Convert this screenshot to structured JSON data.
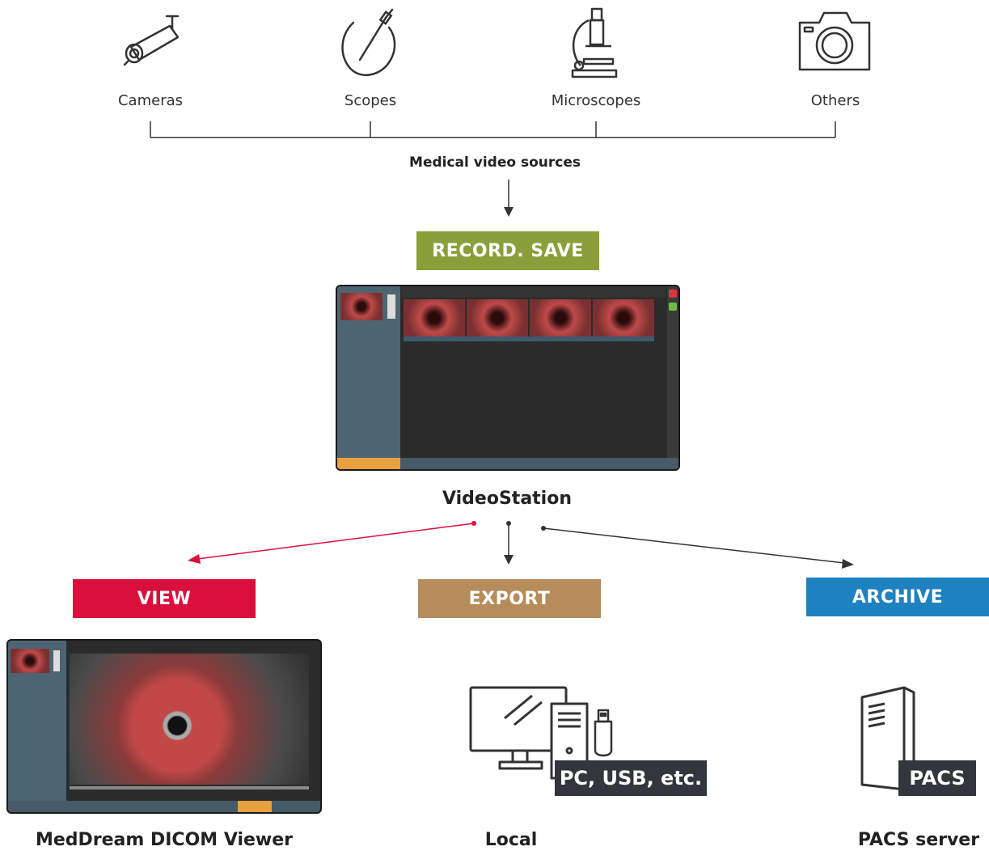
{
  "sources": {
    "items": [
      {
        "label": "Cameras",
        "icon": "security-camera-icon"
      },
      {
        "label": "Scopes",
        "icon": "endoscope-icon"
      },
      {
        "label": "Microscopes",
        "icon": "microscope-icon"
      },
      {
        "label": "Others",
        "icon": "photo-camera-icon"
      }
    ],
    "group_label": "Medical video sources"
  },
  "record_banner": {
    "label": "RECORD. SAVE",
    "color": "#8a9f3a"
  },
  "videostation": {
    "label": "VideoStation",
    "accent": "#e8a040"
  },
  "outputs": {
    "view": {
      "label": "VIEW",
      "color": "#d90f3c",
      "caption": "MedDream DICOM Viewer"
    },
    "export": {
      "label": "EXPORT",
      "color": "#b58c5a",
      "caption": "Local",
      "tag": "PC, USB, etc."
    },
    "archive": {
      "label": "ARCHIVE",
      "color": "#1f82c0",
      "caption": "PACS server",
      "tag": "PACS"
    }
  }
}
